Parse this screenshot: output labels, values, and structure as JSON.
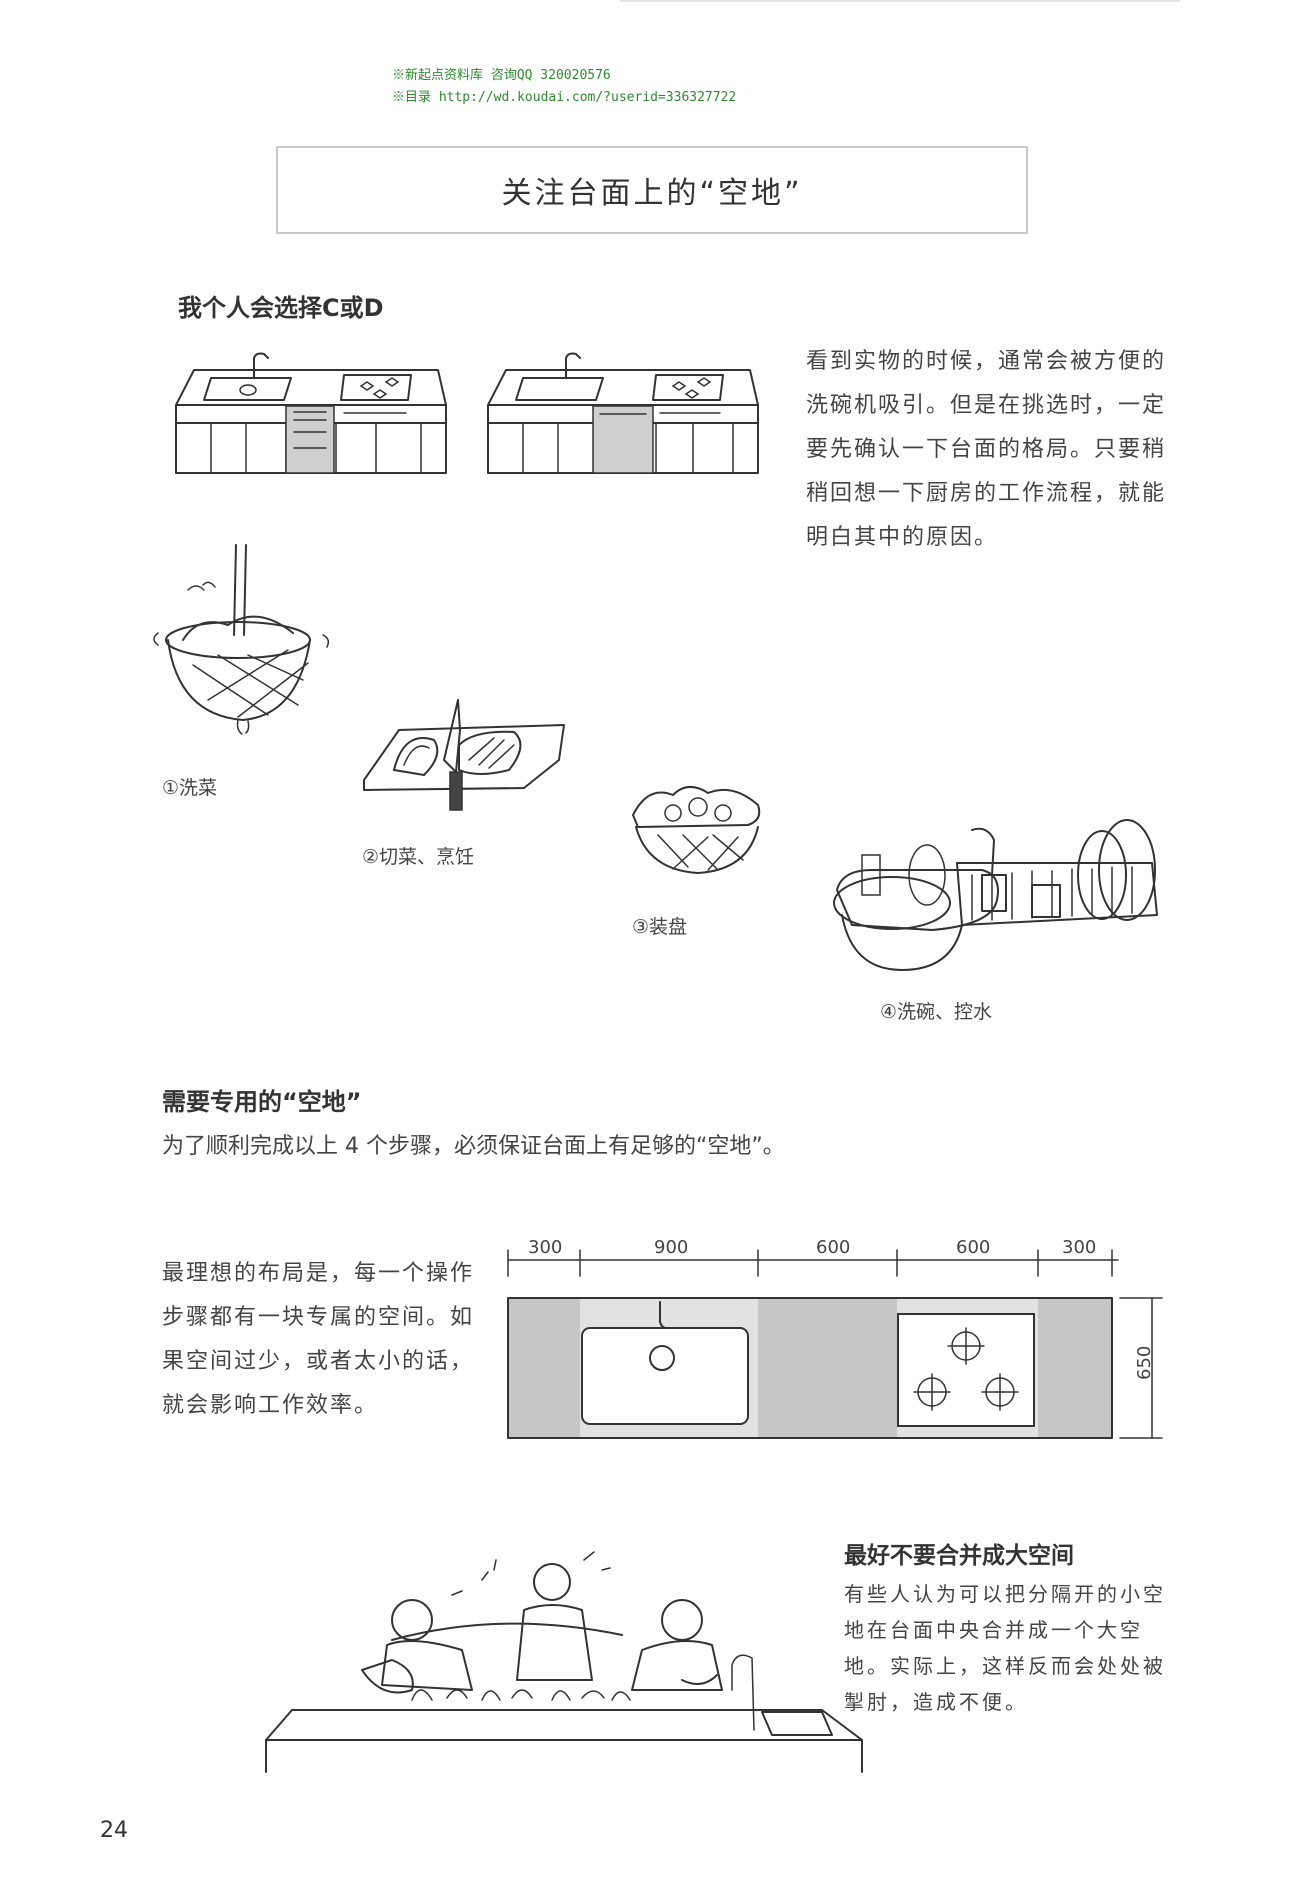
{
  "header": {
    "line1": "※新起点资料库 咨询QQ 320020576",
    "line2": "※目录 http://wd.koudai.com/?userid=336327722"
  },
  "title": "关注台面上的“空地”",
  "section1": {
    "heading": "我个人会选择C或D",
    "paragraph": "看到实物的时候，通常会被方便的洗碗机吸引。但是在挑选时，一定要先确认一下台面的格局。只要稍稍回想一下厨房的工作流程，就能明白其中的原因。"
  },
  "steps": [
    {
      "label": "①洗菜"
    },
    {
      "label": "②切菜、烹饪"
    },
    {
      "label": "③装盘"
    },
    {
      "label": "④洗碗、控水"
    }
  ],
  "section2": {
    "heading": "需要专用的“空地”",
    "subtitle": "为了顺利完成以上 4 个步骤，必须保证台面上有足够的“空地”。",
    "paragraph": "最理想的布局是，每一个操作步骤都有一块专属的空间。如果空间过少，或者太小的话，就会影响工作效率。"
  },
  "dimensions": {
    "widths": [
      "300",
      "900",
      "600",
      "600",
      "300"
    ],
    "depth": "650",
    "colors": {
      "gray": "#c6c6c6",
      "light": "#e2e2e2"
    }
  },
  "section3": {
    "heading": "最好不要合并成大空间",
    "paragraph": "有些人认为可以把分隔开的小空地在台面中央合并成一个大空地。实际上，这样反而会处处被掣肘，造成不便。"
  },
  "page_number": "24"
}
